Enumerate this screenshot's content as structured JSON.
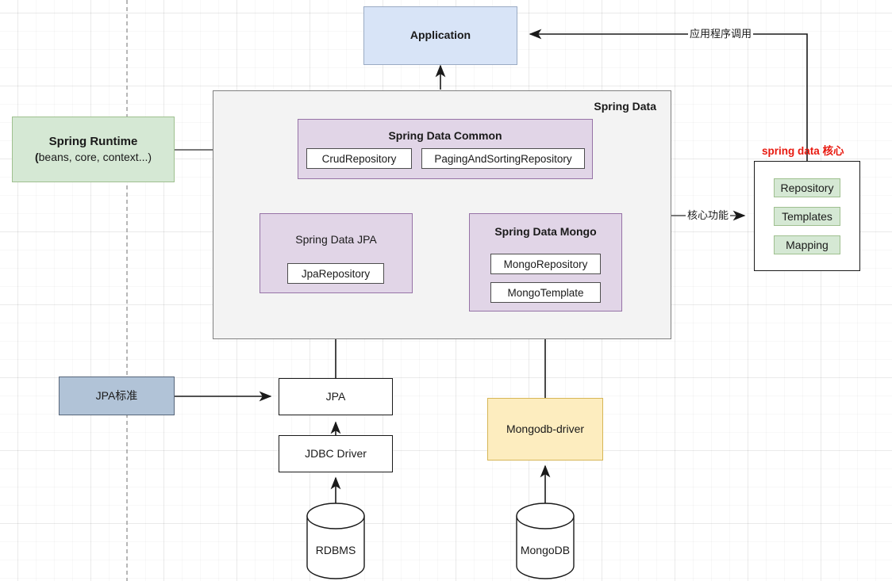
{
  "diagram": {
    "title_hidden": "",
    "colors": {
      "application_fill": "#d8e4f7",
      "container_fill": "#f3f3f3",
      "purple_fill": "#e1d5e7",
      "purple_stroke": "#9673a6",
      "green_fill": "#d5e8d4",
      "green_stroke": "#9fc08f",
      "blue_gray_fill": "#b1c3d7",
      "yellow_fill": "#fdedbf",
      "yellow_stroke": "#d6b656",
      "accent_red": "#e8190f",
      "stroke_dark": "#1a1a1a"
    },
    "nodes": {
      "application": {
        "label": "Application"
      },
      "spring_data_container": {
        "label": "Spring Data"
      },
      "spring_runtime": {
        "title": "Spring Runtime",
        "paren_open": "(",
        "subtitle": "beans, core, context...)"
      },
      "spring_data_common": {
        "title": "Spring Data Common",
        "items": [
          "CrudRepository",
          "PagingAndSortingRepository"
        ]
      },
      "spring_data_jpa": {
        "title": "Spring Data JPA",
        "items": [
          "JpaRepository"
        ]
      },
      "spring_data_mongo": {
        "title": "Spring Data Mongo",
        "items": [
          "MongoRepository",
          "MongoTemplate"
        ]
      },
      "jpa": {
        "label": "JPA"
      },
      "jdbc_driver": {
        "label": "JDBC Driver"
      },
      "jpa_standard": {
        "label": "JPA标准"
      },
      "mongodb_driver": {
        "label": "Mongodb-driver"
      },
      "rdbms": {
        "label": "RDBMS"
      },
      "mongodb": {
        "label": "MongoDB"
      },
      "core_panel": {
        "caption": "spring data 核心",
        "items": [
          "Repository",
          "Templates",
          "Mapping"
        ]
      }
    },
    "edge_labels": {
      "app_invoke": "应用程序调用",
      "core_features": "核心功能"
    }
  }
}
